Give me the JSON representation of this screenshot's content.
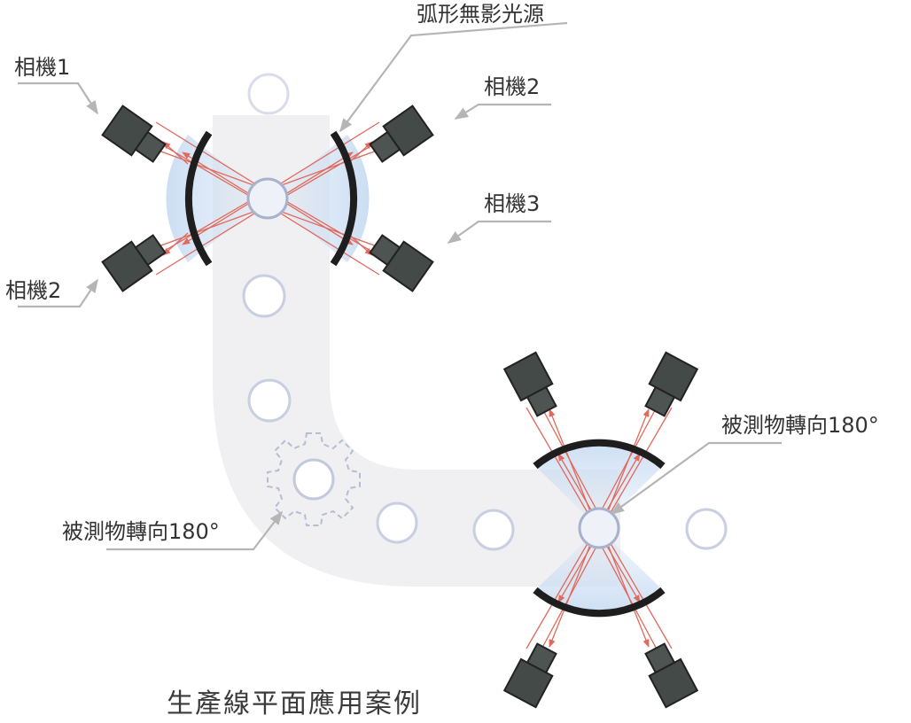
{
  "labels": {
    "light_source": "弧形無影光源",
    "cam1": "相機1",
    "cam2_right": "相機2",
    "cam3": "相機3",
    "cam2_left": "相機2",
    "rotate_right": "被測物轉向180°",
    "rotate_left": "被測物轉向180°"
  },
  "caption": "生產線平面應用案例",
  "colors": {
    "conveyor": "#f0f0f2",
    "light_cone": "#c9dcf2",
    "ray": "#e2685a",
    "arc": "#1e1e1e",
    "camera": "#444a47",
    "object_stroke": "#a8b1ce",
    "leader": "#b5b5b5"
  }
}
